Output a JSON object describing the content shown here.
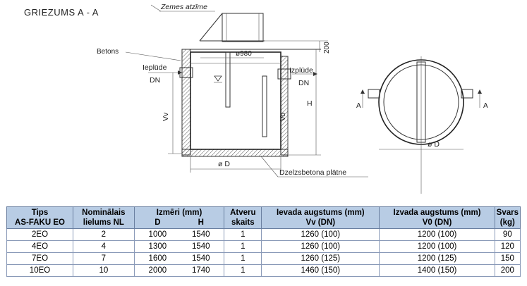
{
  "drawing": {
    "section_title": "GRIEZUMS A - A",
    "ground_level": "Zemes atzīme",
    "concrete": "Betons",
    "inlet": "Ieplūde",
    "inlet_dn": "DN",
    "outlet": "Izplūde",
    "outlet_dn": "DN",
    "dim_980": "ø980",
    "dim_200": "200",
    "dim_h": "H",
    "dim_vv": "Vv",
    "dim_vo": "Vo",
    "dim_d": "ø D",
    "slab": "Dzelzsbetona plātne",
    "plan_d": "ø D",
    "section_a_left": "A",
    "section_a_right": "A"
  },
  "table": {
    "headers": {
      "tips": "Tips",
      "tips2": "AS-FAKU EO",
      "nl": "Nominālais",
      "nl2": "lielums NL",
      "dims": "Izmēri (mm)",
      "d": "D",
      "h": "H",
      "covers": "Atveru",
      "covers2": "skaits",
      "inlet": "Ievada augstums (mm)",
      "inlet2": "Vv (DN)",
      "outlet": "Izvada augstums (mm)",
      "outlet2": "V0 (DN)",
      "weight": "Svars",
      "weight2": "(kg)"
    },
    "rows": [
      {
        "type": "2EO",
        "nl": "2",
        "d": "1000",
        "h": "1540",
        "covers": "1",
        "inlet": "1260 (100)",
        "outlet": "1200 (100)",
        "weight": "90"
      },
      {
        "type": "4EO",
        "nl": "4",
        "d": "1300",
        "h": "1540",
        "covers": "1",
        "inlet": "1260 (100)",
        "outlet": "1200 (100)",
        "weight": "120"
      },
      {
        "type": "7EO",
        "nl": "7",
        "d": "1600",
        "h": "1540",
        "covers": "1",
        "inlet": "1260 (125)",
        "outlet": "1200 (125)",
        "weight": "150"
      },
      {
        "type": "10EO",
        "nl": "10",
        "d": "2000",
        "h": "1740",
        "covers": "1",
        "inlet": "1460 (150)",
        "outlet": "1400 (150)",
        "weight": "200"
      }
    ]
  }
}
